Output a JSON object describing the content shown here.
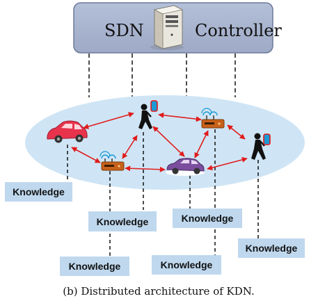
{
  "controller": {
    "left_text": "SDN",
    "right_text": "Controller",
    "icon": "server-tower-icon"
  },
  "knowledge_boxes": [
    {
      "id": "kb-car-left",
      "text": "Knowledge"
    },
    {
      "id": "kb-router-left",
      "text": "Knowledge"
    },
    {
      "id": "kb-person-left",
      "text": "Knowledge"
    },
    {
      "id": "kb-car-center",
      "text": "Knowledge"
    },
    {
      "id": "kb-router-right",
      "text": "Knowledge"
    },
    {
      "id": "kb-person-right",
      "text": "Knowledge"
    }
  ],
  "caption": "(b) Distributed architecture of KDN.",
  "colors": {
    "controller_fill": "#a9b4cf",
    "controller_stroke": "#6b7a9a",
    "ellipse_fill": "#cfe5f5",
    "knowledge_fill": "#bfd8ee",
    "arrow": "#e11b1b",
    "car_red": "#e8334c",
    "car_purple": "#7b4e9e",
    "router": "#c7611a"
  },
  "icons": [
    "server-tower-icon",
    "car-icon",
    "car-icon",
    "person-with-phone-icon",
    "person-with-phone-icon",
    "wireless-router-icon",
    "wireless-router-icon"
  ]
}
